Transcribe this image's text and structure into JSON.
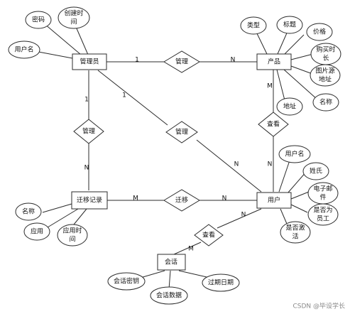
{
  "entities": {
    "admin": "管理员",
    "product": "产品",
    "user": "用户",
    "migration": "迁移记录",
    "session": "会话"
  },
  "relationships": {
    "admin_product": "管理",
    "admin_user": "管理",
    "admin_migration": "管理",
    "product_user": "查看",
    "migration_user": "迁移",
    "user_session": "查看"
  },
  "attributes": {
    "admin": {
      "password": "密码",
      "created_time": [
        "创建时",
        "间"
      ],
      "username": "用户名"
    },
    "product": {
      "type": "类型",
      "title": "标题",
      "price": "价格",
      "purchase_time": [
        "购买时",
        "长"
      ],
      "image_url": [
        "图片源",
        "地址"
      ],
      "name": "名称",
      "address": "地址"
    },
    "user": {
      "username": "用户名",
      "surname": "姓氏",
      "email": [
        "电子邮",
        "件"
      ],
      "is_employee": [
        "是否为",
        "员工"
      ],
      "is_active": [
        "是否激",
        "活"
      ]
    },
    "migration": {
      "name": "名称",
      "app": "应用",
      "app_time": [
        "应用时",
        "间"
      ]
    },
    "session": {
      "key": "会话密钥",
      "data": "会话数据",
      "expire": "过期日期"
    }
  },
  "cardinalities": {
    "admin_product_1": "1",
    "admin_product_n": "N",
    "admin_migration_1": "1",
    "admin_migration_n": "N",
    "admin_user_1": "1",
    "admin_user_n": "N",
    "product_user_m": "M",
    "product_user_n": "N",
    "migration_user_m": "M",
    "migration_user_n": "N",
    "user_session_n": "N",
    "user_session_m": "M"
  },
  "watermark": "CSDN @毕设学长"
}
